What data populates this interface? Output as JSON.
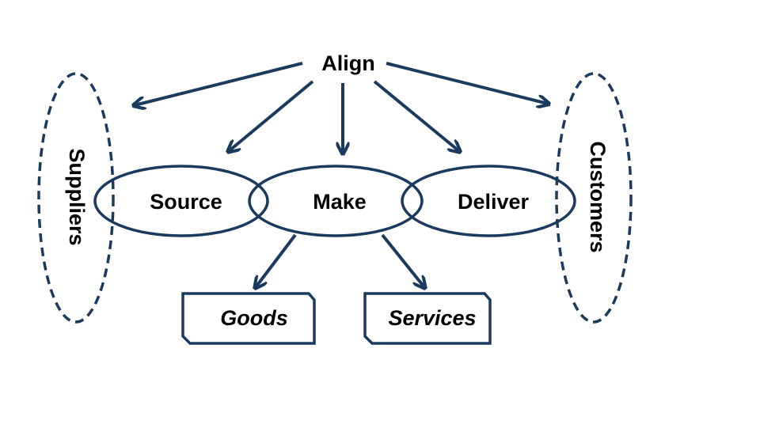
{
  "colors": {
    "stroke": "#1b3a5e",
    "text": "#000000",
    "background": "#ffffff"
  },
  "top": {
    "label": "Align"
  },
  "processes": [
    {
      "label": "Source"
    },
    {
      "label": "Make"
    },
    {
      "label": "Deliver"
    }
  ],
  "parties": {
    "left": {
      "label": "Suppliers"
    },
    "right": {
      "label": "Customers"
    }
  },
  "outputs": [
    {
      "label": "Goods"
    },
    {
      "label": "Services"
    }
  ]
}
